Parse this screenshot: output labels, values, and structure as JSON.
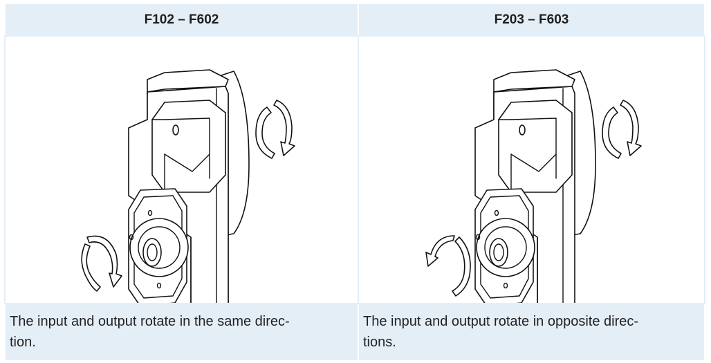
{
  "table": {
    "columns": [
      {
        "header": "F102 – F602",
        "caption": "The input and output rotate in the same direc-\ntion.",
        "image_icon": "gearbox-same-direction-drawing"
      },
      {
        "header": "F203 – F603",
        "caption": "The input and output rotate in opposite direc-\ntions.",
        "image_icon": "gearbox-opposite-direction-drawing"
      }
    ]
  }
}
